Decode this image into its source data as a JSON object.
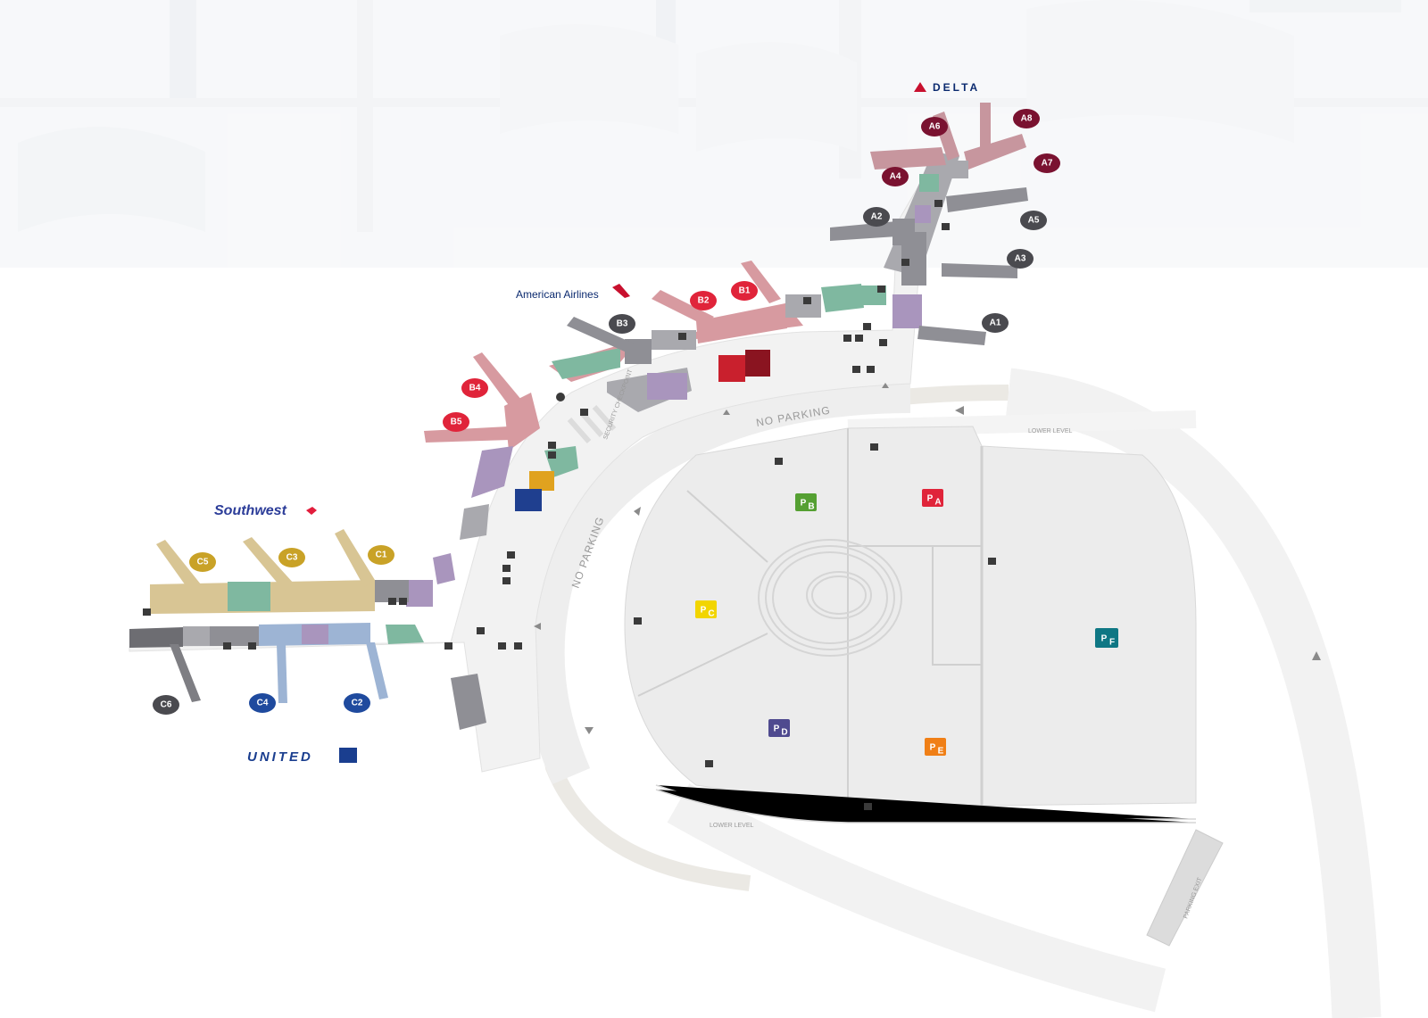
{
  "colors": {
    "delta_gate": "#7a1230",
    "american_gate": "#e0243a",
    "southwest_gate": "#c9a227",
    "united_gate": "#1f4a9e",
    "neutral_gate": "#4a4a4f",
    "delta_concourse": "#c7969e",
    "american_concourse": "#d79aa0",
    "southwest_concourse": "#d8c594",
    "united_concourse": "#9db4d4",
    "retail": "#7fb8a0",
    "dining": "#a995bd",
    "grey_block": "#8f8f95"
  },
  "airlines": {
    "delta": "DELTA",
    "american": "American Airlines",
    "southwest": "Southwest",
    "united": "UNITED"
  },
  "gates": {
    "a1": "A1",
    "a2": "A2",
    "a3": "A3",
    "a4": "A4",
    "a5": "A5",
    "a6": "A6",
    "a7": "A7",
    "a8": "A8",
    "b1": "B1",
    "b2": "B2",
    "b3": "B3",
    "b4": "B4",
    "b5": "B5",
    "c1": "C1",
    "c2": "C2",
    "c3": "C3",
    "c4": "C4",
    "c5": "C5",
    "c6": "C6"
  },
  "parking": {
    "a": {
      "sub": "A",
      "color": "#e0243a"
    },
    "b": {
      "sub": "B",
      "color": "#55a032"
    },
    "c": {
      "sub": "C",
      "color": "#f2d500"
    },
    "d": {
      "sub": "D",
      "color": "#4f4a8f"
    },
    "e": {
      "sub": "E",
      "color": "#f07f16"
    },
    "f": {
      "sub": "F",
      "color": "#0f7784"
    },
    "symbol": "P"
  },
  "road_labels": {
    "no_parking_top": "NO PARKING",
    "no_parking_left": "NO PARKING",
    "lower_level_right": "LOWER LEVEL",
    "lower_level_bottom": "LOWER LEVEL",
    "parking_exit": "PARKING EXIT",
    "security": "SECURITY CHECKPOINT"
  }
}
